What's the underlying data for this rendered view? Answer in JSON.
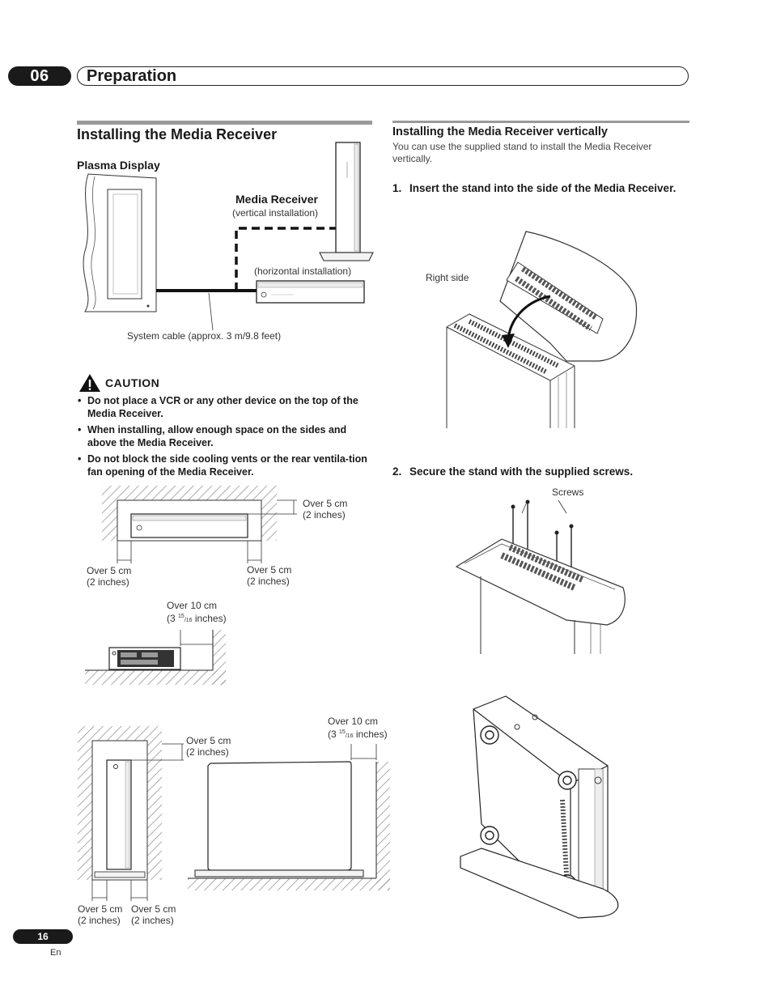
{
  "header": {
    "chapter_number": "06",
    "chapter_title": "Preparation"
  },
  "left": {
    "section_title": "Installing the Media Receiver",
    "diagram1": {
      "plasma_label": "Plasma Display",
      "receiver_label": "Media Receiver",
      "vertical_note": "(vertical installation)",
      "horizontal_note": "(horizontal installation)",
      "cable_label": "System cable (approx. 3 m/9.8 feet)"
    },
    "caution": {
      "title": "CAUTION",
      "items": [
        {
          "pre": "Do not place a ",
          "bold": "VCR",
          "post": " or any other device on the top of the Media Receiver."
        },
        {
          "pre": "When installing, allow enough space on the sides and above the Media Receiver.",
          "bold": "",
          "post": ""
        },
        {
          "pre": "Do not block the side cooling vents or the rear ventila-tion fan opening of the Media Receiver.",
          "bold": "",
          "post": ""
        }
      ]
    },
    "clearances": {
      "over5_line1": "Over 5 cm",
      "over5_line2": "(2 inches)",
      "over10_line1": "Over 10 cm",
      "over10_prefix": "(3 ",
      "over10_frac_num": "15",
      "over10_frac_den": "/16",
      "over10_suffix": " inches)"
    }
  },
  "right": {
    "section_title": "Installing the Media Receiver vertically",
    "intro": "You can use the supplied stand to install the Media Receiver vertically.",
    "step1_num": "1.",
    "step1_text": "Insert the stand into the side of the Media Receiver.",
    "right_side_label": "Right side",
    "step2_num": "2.",
    "step2_text": "Secure the stand with the supplied screws.",
    "screws_label": "Screws"
  },
  "footer": {
    "page_number": "16",
    "language": "En"
  },
  "colors": {
    "ink": "#1a1a1a",
    "rule": "#9a9a9a",
    "hatch": "#888888"
  }
}
